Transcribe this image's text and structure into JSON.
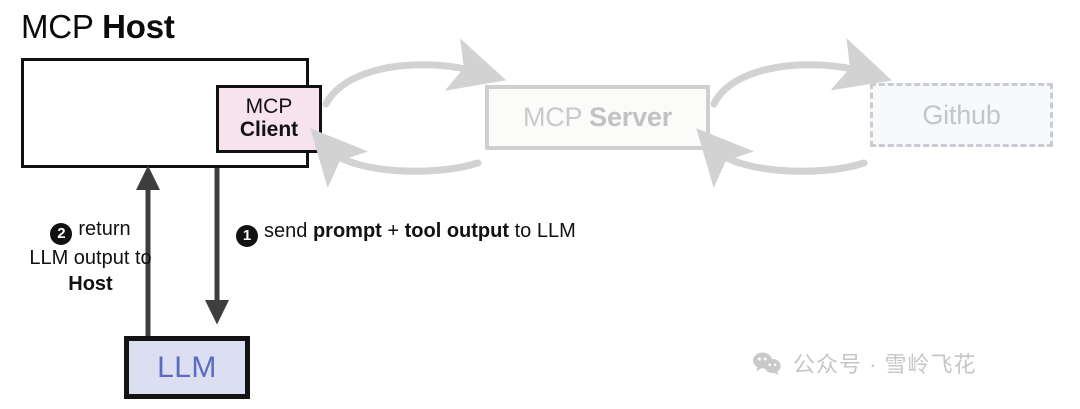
{
  "diagram": {
    "title": {
      "prefix": "MCP ",
      "emphasis": "Host"
    },
    "nodes": {
      "host": {
        "label": "MCP Host"
      },
      "client": {
        "line1": "MCP",
        "line2": "Client"
      },
      "server": {
        "prefix": "MCP ",
        "emphasis": "Server"
      },
      "github": {
        "label": "Github"
      },
      "llm": {
        "label": "LLM"
      }
    },
    "steps": [
      {
        "number": "1",
        "badge_glyph": "1",
        "text_parts": {
          "p1": "send ",
          "b1": "prompt",
          "p2": " + ",
          "b2": "tool output",
          "p3": " to LLM"
        },
        "full_text": "send prompt + tool output to LLM"
      },
      {
        "number": "2",
        "badge_glyph": "2",
        "text_parts": {
          "p1": "return",
          "p2": "LLM output to",
          "b1": "Host"
        },
        "full_text": "return LLM output to Host"
      }
    ],
    "watermark": {
      "icon": "wechat-icon",
      "text": "公众号 · 雪岭飞花"
    },
    "colors": {
      "client_fill": "#f7e3ee",
      "llm_fill": "#dcdff2",
      "llm_text": "#5b6bc0",
      "muted": "#c9c9c9",
      "stroke": "#111111",
      "arrow_grey": "#d2d2d2",
      "arrow_dark": "#3e3e3e"
    }
  }
}
